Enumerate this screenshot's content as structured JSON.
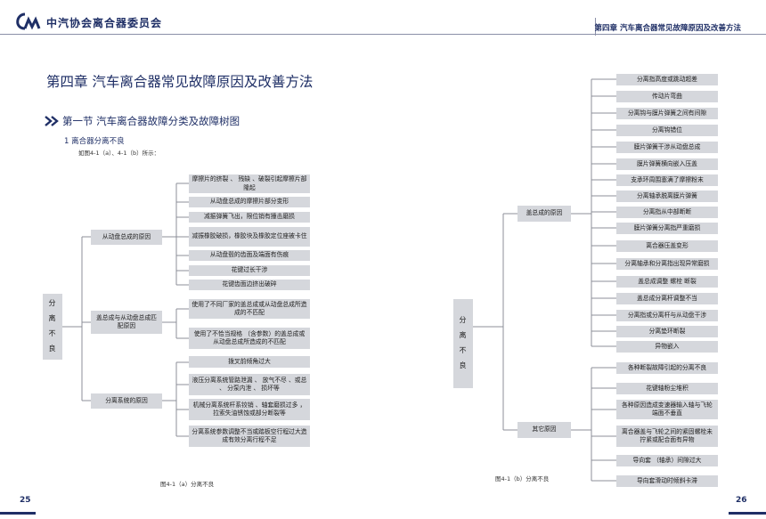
{
  "header": {
    "org_name": "中汽协会离合器委员会",
    "running_head": "第四章  汽车离合器常见故障原因及改善方法"
  },
  "left_page": {
    "chapter_title": "第四章  汽车离合器常见故障原因及改善方法",
    "section_title": "第一节  汽车离合器故障分类及故障树图",
    "subsection_title": "1 离合器分离不良",
    "fig_ref": "如图4-1（a）、4-1（b）所示：",
    "root": [
      "分",
      "离",
      "不",
      "良"
    ],
    "branches": [
      {
        "label": "从动盘总成的原因",
        "causes": [
          "摩擦片的挤裂 、 残缺 、破裂引起摩擦片部隆起",
          "从动盘总成的摩擦片部分变形",
          "减振弹簧飞出，限位销有撞击磨损",
          "减振橡胶破损，橡胶块及橡胶定位座被卡住",
          "从动盘毂的齿面及端面有伤痕",
          "花键过长干涉",
          "花键齿面边挤出破碎"
        ]
      },
      {
        "label": "盖总成与从动盘总成匹配原因",
        "causes": [
          "使用了不同厂家的盖总成或从动盘总成所造成的不匹配",
          "使用了不恰当规格 （含参数）的盖总成或从动盘总成所造成的不匹配"
        ]
      },
      {
        "label": "分离系统的原因",
        "causes": [
          "拨叉前倾角过大",
          "液压分离系统管路泄漏 、 放气不尽 、或总 、 分泵内泄 、 损坏等",
          "机械分离系统杆系铰销 、轴套磨损过多 ，拉索失油锈蚀或部分断裂等",
          "分离系统参数调整不当或踏板空行程过大造成有效分离行程不足"
        ]
      }
    ],
    "caption": "图4-1（a）分离不良",
    "page_number": "25"
  },
  "right_page": {
    "root": [
      "分",
      "离",
      "不",
      "良"
    ],
    "branches": [
      {
        "label": "盖总成的原因",
        "causes": [
          "分离指高度或跳动超差",
          "传动片弯曲",
          "分离钩与膜片弹簧之间有间隙",
          "分离钩错位",
          "膜片弹簧干涉从动盘总成",
          "膜片弹簧横向嵌入压盖",
          "支承环周围塞满了摩擦粉末",
          "分离轴承脱离膜片弹簧",
          "分离指从中部断断",
          "膜片弹簧分离指严重磨损",
          "离合器压盖变形",
          "分离轴承和分离指出现异常磨损",
          "盖总成调整 螺栓 断裂",
          "盖总成分离杆调整不当",
          "分离指或分离杆与从动盘干涉",
          "分离垫环断裂",
          "异物嵌入"
        ]
      },
      {
        "label": "其它原因",
        "causes": [
          "各种断裂故障引起的分离不良",
          "花键轴粉尘堆积",
          "各种原因造成变速器输入轴与飞轮端面不垂直",
          "离合器盖与飞轮之间的紧固螺栓未拧紧或配合面有异物",
          "导向套 （轴承）间隙过大",
          "导向套滑动时倾斜卡滞"
        ]
      }
    ],
    "caption": "图4-1（b）分离不良",
    "page_number": "26"
  },
  "colors": {
    "navy": "#1f2f66",
    "box": "#d5d7dc",
    "line": "#8c8f99"
  }
}
